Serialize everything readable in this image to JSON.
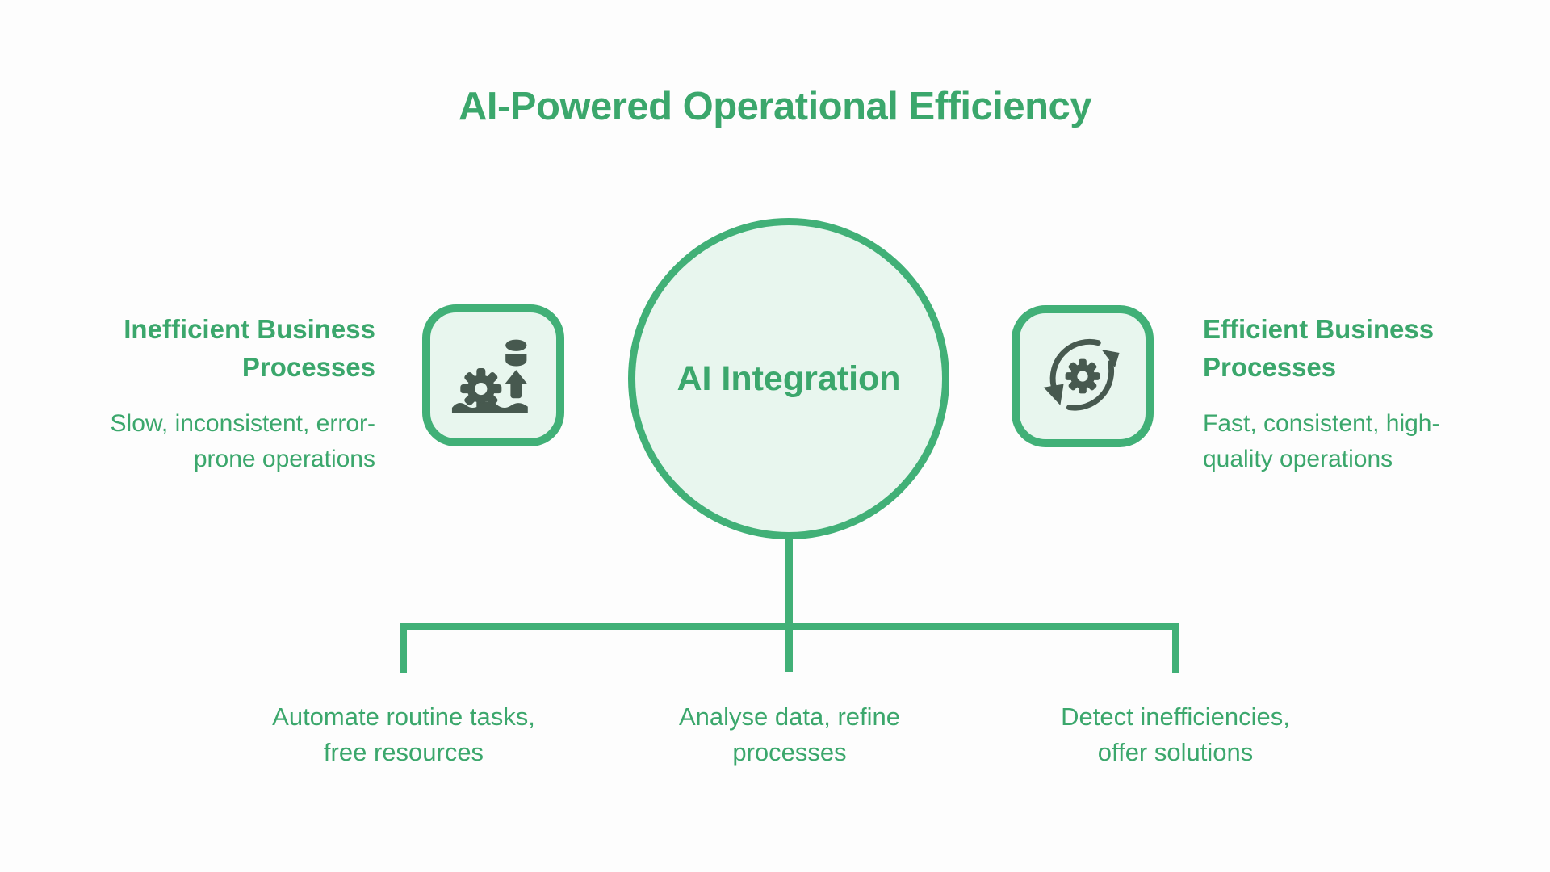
{
  "title": "AI-Powered Operational Efficiency",
  "center_node": {
    "label": "AI Integration"
  },
  "left_panel": {
    "heading": "Inefficient Business\nProcesses",
    "description": "Slow, inconsistent, error-\nprone operations",
    "icon": "gears-data-upload-icon"
  },
  "right_panel": {
    "heading": "Efficient Business\nProcesses",
    "description": "Fast, consistent, high-\nquality operations",
    "icon": "gear-cycle-icon"
  },
  "branches": [
    {
      "label": "Automate routine tasks,\nfree resources"
    },
    {
      "label": "Analyse data, refine\nprocesses"
    },
    {
      "label": "Detect inefficiencies,\noffer solutions"
    }
  ],
  "colors": {
    "accent": "#3BA76C",
    "line": "#41B077",
    "light": "#E8F6EE",
    "dark": "#47594F",
    "background": "#FDFDFD"
  }
}
